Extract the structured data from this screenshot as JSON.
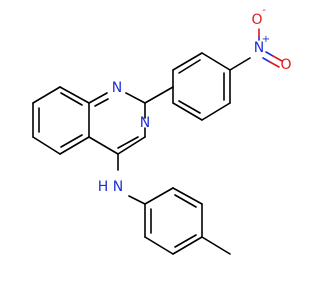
{
  "molecule": {
    "atoms": {
      "quinazoline_n1": "N",
      "quinazoline_n3": "N",
      "amine_n": "N",
      "amine_h": "H",
      "nitro_n": "N",
      "nitro_n_charge": "+",
      "nitro_o_top": "O",
      "nitro_o_top_charge": "-",
      "nitro_o_right": "O"
    },
    "colors": {
      "carbon_bond": "#000000",
      "nitrogen": "#1f2fd6",
      "oxygen": "#e01b1b"
    }
  }
}
